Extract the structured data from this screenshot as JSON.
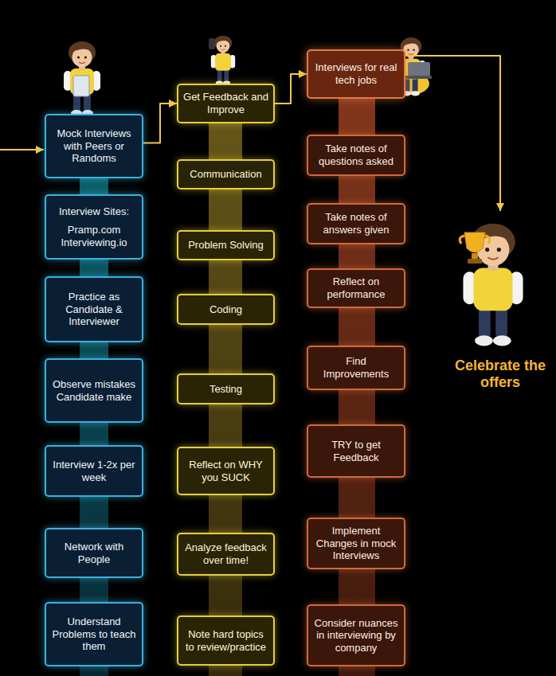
{
  "diagram": {
    "nodes": [
      {
        "text": [
          "Mock Interviews with Peers or Randoms"
        ]
      },
      {
        "text": [
          "Interview Sites:",
          "Pramp.com Interviewing.io"
        ]
      },
      {
        "text": [
          "Practice as Candidate & Interviewer"
        ]
      },
      {
        "text": [
          "Observe mistakes Candidate make"
        ]
      },
      {
        "text": [
          "Interview 1-2x per week"
        ]
      },
      {
        "text": [
          "Network with People"
        ]
      },
      {
        "text": [
          "Understand Problems to teach them"
        ]
      },
      {
        "text": [
          "Get Feedback and Improve"
        ]
      },
      {
        "text": [
          "Communication"
        ]
      },
      {
        "text": [
          "Problem Solving"
        ]
      },
      {
        "text": [
          "Coding"
        ]
      },
      {
        "text": [
          "Testing"
        ]
      },
      {
        "text": [
          "Reflect on WHY you SUCK"
        ]
      },
      {
        "text": [
          "Analyze feedback over time!"
        ]
      },
      {
        "text": [
          "Note hard topics to review/practice"
        ]
      },
      {
        "text": [
          "Interviews for real tech jobs"
        ]
      },
      {
        "text": [
          "Take notes of questions asked"
        ]
      },
      {
        "text": [
          "Take notes of answers given"
        ]
      },
      {
        "text": [
          "Reflect on performance"
        ]
      },
      {
        "text": [
          "Find Improvements"
        ]
      },
      {
        "text": [
          "TRY to get Feedback"
        ]
      },
      {
        "text": [
          "Implement Changes in mock Interviews"
        ]
      },
      {
        "text": [
          "Consider nuances in interviewing by company"
        ]
      },
      {
        "text": [
          "Celebrate the offers"
        ]
      }
    ],
    "edges": [
      {
        "from": 0,
        "to": 7,
        "arrow": "to"
      },
      {
        "from": 7,
        "to": 15,
        "arrow": "to"
      },
      {
        "from": 15,
        "to": 23,
        "arrow": "to"
      }
    ]
  }
}
